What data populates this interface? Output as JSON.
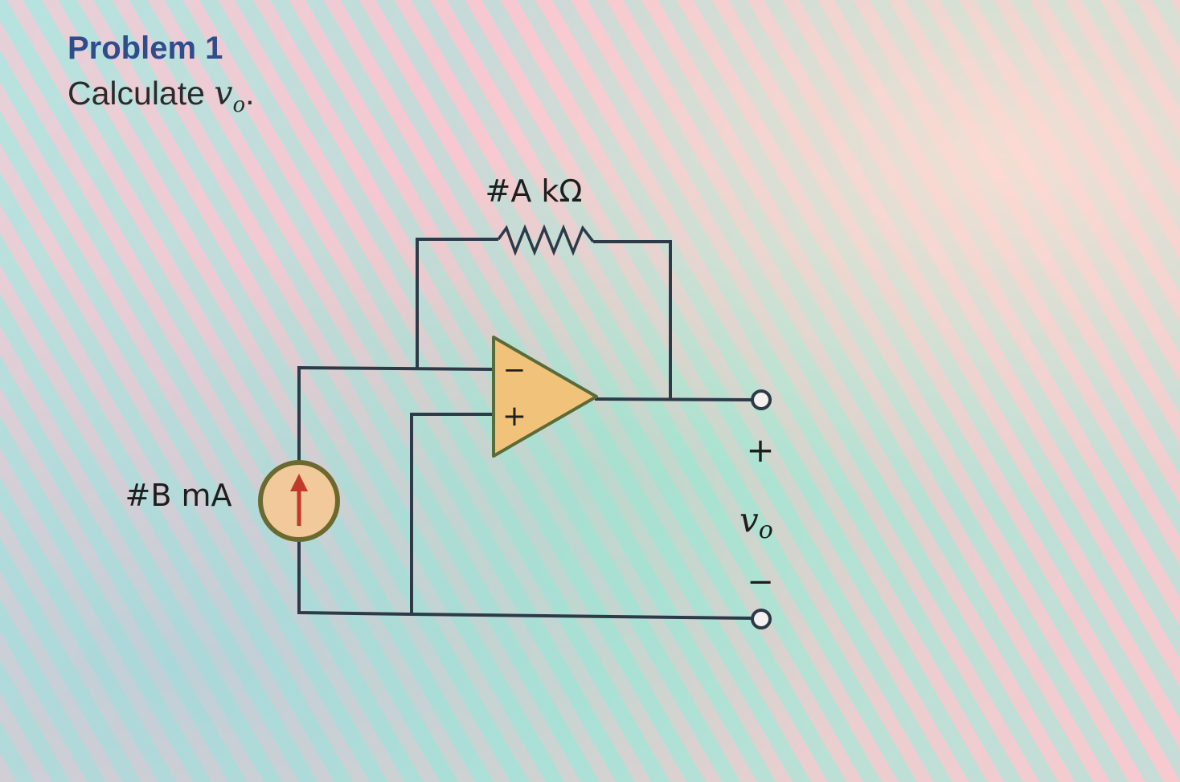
{
  "problem": {
    "heading": "Problem 1",
    "prompt_text": "Calculate ",
    "prompt_variable": "v",
    "prompt_subscript": "o",
    "prompt_end": "."
  },
  "circuit": {
    "resistor_label": "#A kΩ",
    "source_label": "#B mA",
    "opamp_inverting_sign": "−",
    "opamp_noninverting_sign": "+",
    "output_plus": "+",
    "output_minus": "−",
    "output_variable": "v",
    "output_subscript": "o"
  },
  "colors": {
    "heading": "#2f4d8a",
    "wire": "#2d3a48",
    "opamp_fill": "#f0c27a",
    "opamp_stroke": "#5a6b3a",
    "source_ring": "#6b6a2e",
    "source_fill": "#f2c99a",
    "arrow": "#c0392b"
  }
}
